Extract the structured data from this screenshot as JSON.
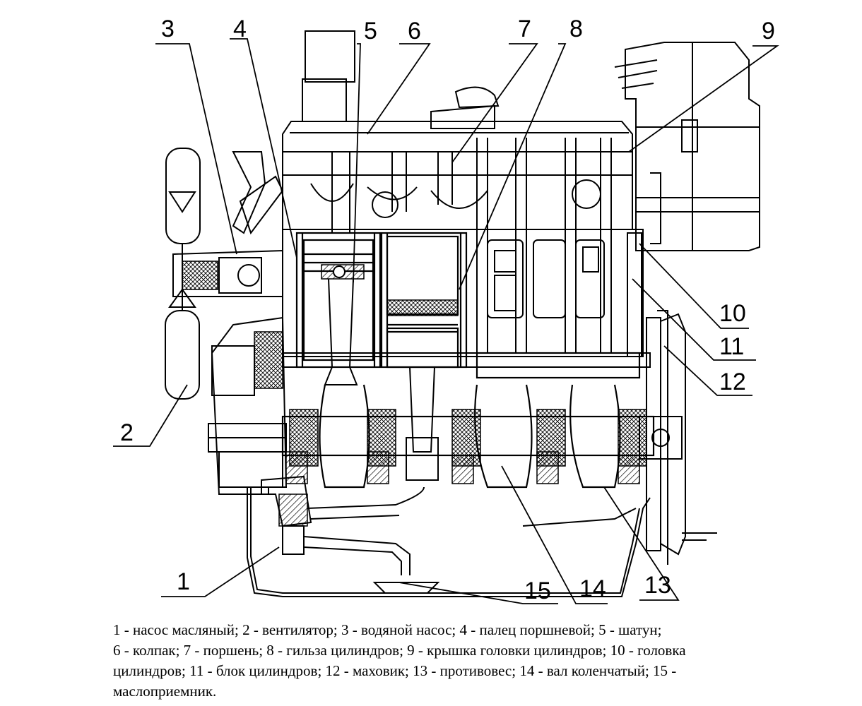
{
  "labels": {
    "n1": "1",
    "n2": "2",
    "n3": "3",
    "n4": "4",
    "n5": "5",
    "n6": "6",
    "n7": "7",
    "n8": "8",
    "n9": "9",
    "n10": "10",
    "n11": "11",
    "n12": "12",
    "n13": "13",
    "n14": "14",
    "n15": "15"
  },
  "caption": {
    "line1": "1 -  насос масляный; 2 - вентилятор; 3 - водяной насос; 4 - палец поршневой; 5 - шатун;",
    "line2": "6 - колпак; 7 - поршень; 8 - гильза цилиндров; 9 - крышка головки цилиндров; 10 - головка",
    "line3": "цилиндров; 11 - блок цилиндров; 12 - маховик; 13 - противовес; 14 - вал коленчатый; 15 -",
    "line4": "маслоприемник."
  }
}
